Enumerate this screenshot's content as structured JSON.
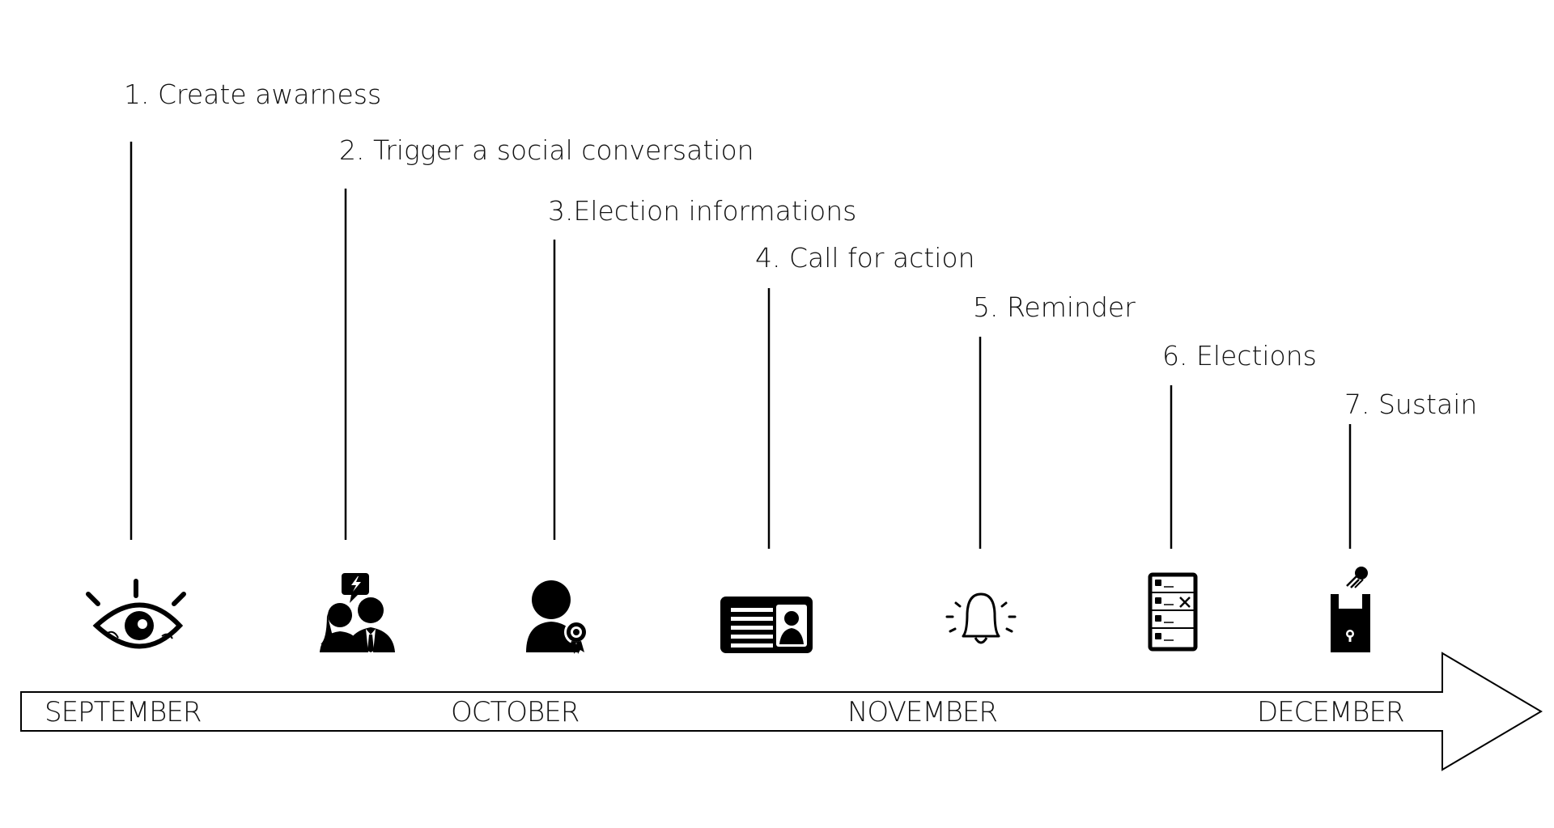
{
  "steps": [
    {
      "label": "1. Create awarness",
      "icon": "eye-icon"
    },
    {
      "label": "2. Trigger a social conversation",
      "icon": "people-discussion-icon"
    },
    {
      "label": "3.Election informations",
      "icon": "person-award-icon"
    },
    {
      "label": "4. Call for action",
      "icon": "id-card-icon"
    },
    {
      "label": "5. Reminder",
      "icon": "bell-icon"
    },
    {
      "label": "6. Elections",
      "icon": "ballot-paper-icon"
    },
    {
      "label": "7. Sustain",
      "icon": "ballot-box-icon"
    }
  ],
  "timeline": {
    "months": [
      "SEPTEMBER",
      "OCTOBER",
      "NOVEMBER",
      "DECEMBER"
    ]
  }
}
